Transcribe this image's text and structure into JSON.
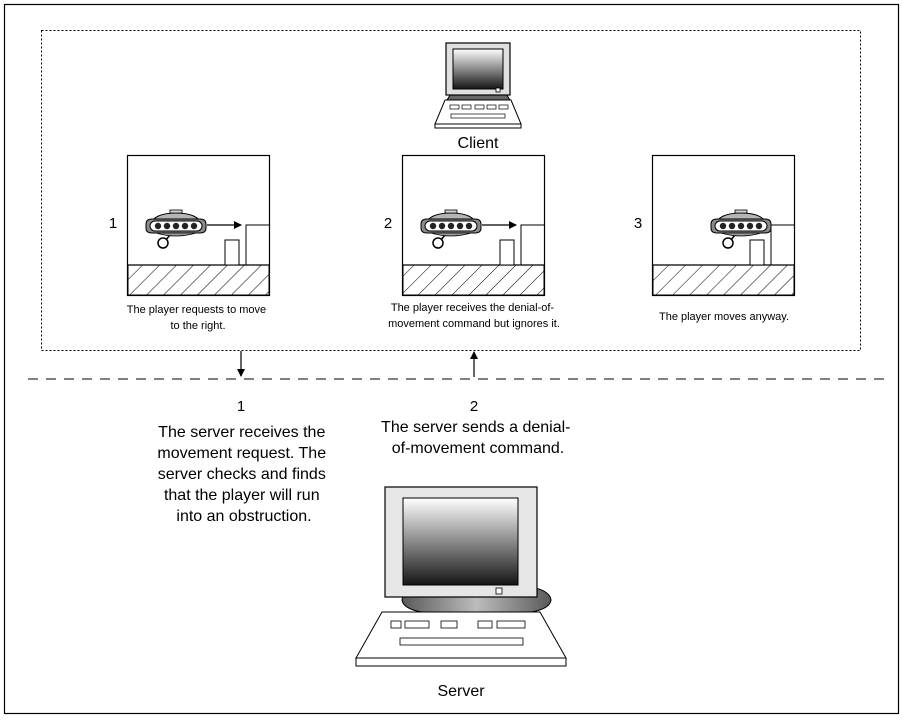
{
  "client": {
    "label": "Client",
    "panels": [
      {
        "number": "1",
        "caption": [
          "The player requests to move",
          "to the right."
        ]
      },
      {
        "number": "2",
        "caption": [
          "The player receives the denial-of-",
          "movement command but ignores it."
        ]
      },
      {
        "number": "3",
        "caption": [
          "The player moves anyway."
        ]
      }
    ]
  },
  "server": {
    "label": "Server",
    "steps": [
      {
        "number": "1",
        "lines": [
          "The server receives the",
          "movement request.  The",
          "server checks and finds",
          "that the player will run",
          "into an obstruction."
        ]
      },
      {
        "number": "2",
        "lines": [
          "The server sends a denial-",
          "of-movement command."
        ]
      }
    ]
  }
}
